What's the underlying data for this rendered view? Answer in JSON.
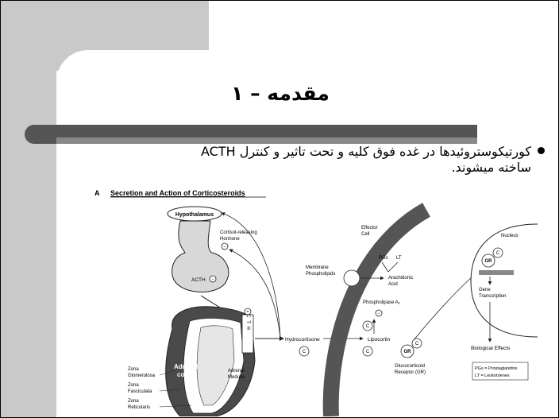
{
  "slide": {
    "title": "مقدمه – ۱",
    "bullet_line1": "کورتیکوستروئیدها در غده فوق کلیه و تحت تاثیر و کنترل ACTH",
    "bullet_line2": "ساخته میشوند."
  },
  "figure": {
    "panel_letter": "A",
    "heading": "Secretion and Action of Corticosteroids",
    "hypothalamus": "Hypothalamus",
    "crh_line1": "Cortisol-releasing",
    "crh_line2": "Hormone",
    "acth": "ACTH",
    "acth_vertical": "A C T H",
    "hydrocortisone": "Hydrocortisone",
    "c": "C",
    "gr": "GR",
    "effector_line1": "Effector",
    "effector_line2": "Cell",
    "membrane_line1": "Membrane",
    "membrane_line2": "Phospholipids",
    "pgs": "PGs",
    "lt": "LT",
    "arachidonic_line1": "Arachidonic",
    "arachidonic_line2": "Acid",
    "phospholipase": "Phospholipase A₂",
    "lipocortin": "Lipocortin",
    "nucleus": "Nucleus",
    "gene_line1": "Gene",
    "gene_line2": "Transcription",
    "biological_effects": "Biological Effects",
    "legend_line1": "PGs = Prostaglandins",
    "legend_line2": "LT = Leukotrienes",
    "glucocorticoid_line1": "Glucocorticoid",
    "glucocorticoid_line2": "Receptor (GR)",
    "zona_g1": "Zona",
    "zona_g2": "Glomerulosa",
    "zona_f1": "Zona",
    "zona_f2": "Fasciculata",
    "zona_r1": "Zona",
    "zona_r2": "Reticularis",
    "adrenal_cortex1": "Adrenal",
    "adrenal_cortex2": "cortex",
    "adrenal_medulla1": "Adrenal",
    "adrenal_medulla2": "Medulla",
    "minus": "−",
    "plus": "+"
  }
}
